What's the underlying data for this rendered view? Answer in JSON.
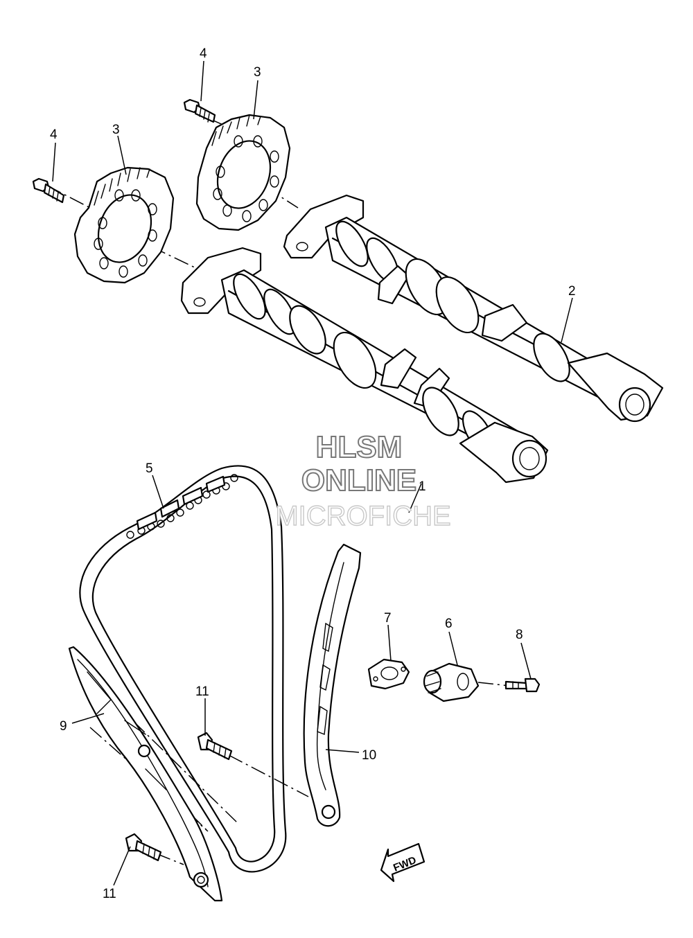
{
  "callouts": {
    "c1": "1",
    "c2": "2",
    "c3a": "3",
    "c3b": "3",
    "c4a": "4",
    "c4b": "4",
    "c5": "5",
    "c6": "6",
    "c7": "7",
    "c8": "8",
    "c9": "9",
    "c10": "10",
    "c11a": "11",
    "c11b": "11"
  },
  "watermark": {
    "line1": "HLSM",
    "line2": "ONLINE",
    "line3": "MICROFICHE"
  },
  "direction_badge": "FWD"
}
